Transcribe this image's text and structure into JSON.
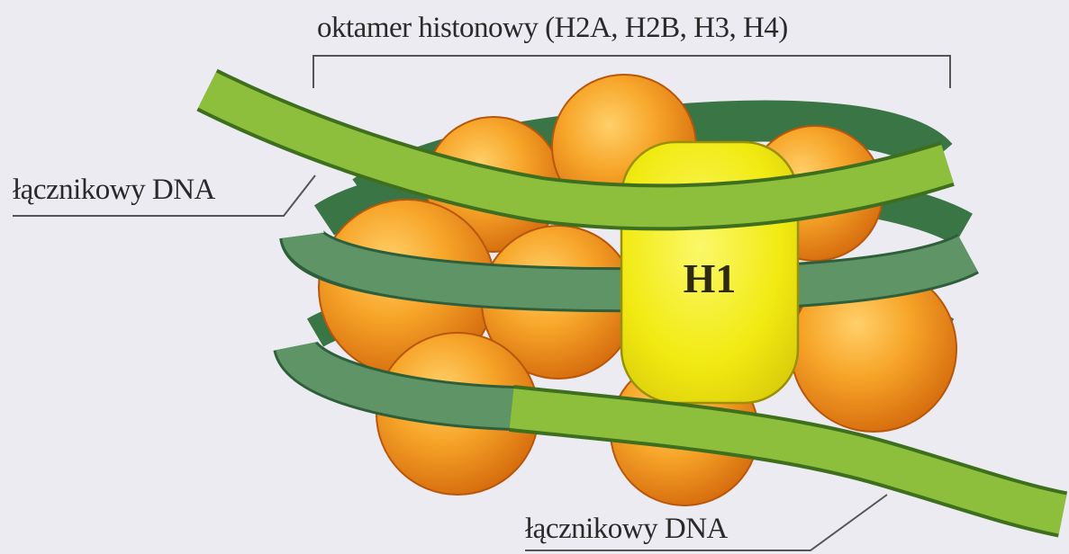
{
  "labels": {
    "octamer": "oktamer histonowy (H2A, H2B, H3, H4)",
    "linker_top": "łącznikowy DNA",
    "linker_bottom": "łącznikowy DNA",
    "h1": "H1"
  },
  "colors": {
    "background": "#ecebf1",
    "histone_orange": "#f39a1e",
    "histone_highlight": "#ffd06a",
    "histone_shadow": "#d4690c",
    "dna_light_green": "#8dbf3c",
    "dna_dark_green": "#5f9467",
    "dna_back_green": "#3a7545",
    "h1_yellow": "#f2ea12",
    "line": "#555555"
  },
  "icons": {
    "histone": "orange-sphere",
    "dna": "green-ribbon",
    "h1": "yellow-rounded-block"
  }
}
